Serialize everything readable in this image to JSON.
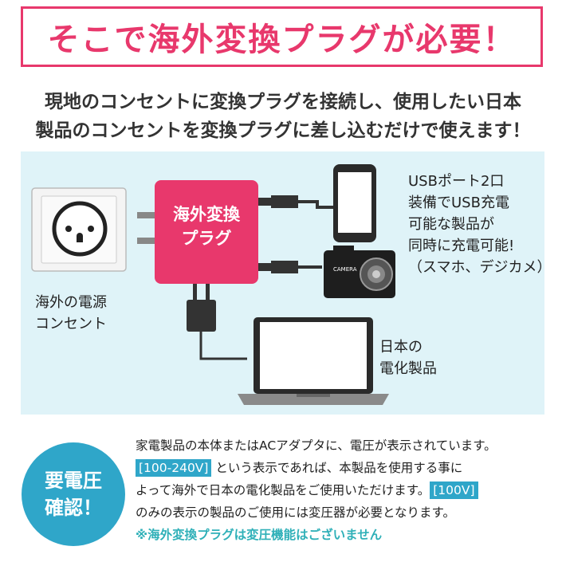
{
  "title": "そこで海外変換プラグが必要！",
  "intro": {
    "line1": "現地のコンセントに変換プラグを接続し、使用したい日本",
    "line2": "製品のコンセントを変換プラグに差し込むだけで使えます！"
  },
  "diagram": {
    "adapter_line1": "海外変換",
    "adapter_line2": "プラグ",
    "outlet_label_line1": "海外の電源",
    "outlet_label_line2": "コンセント",
    "usb_label": [
      "USBポート2口",
      "装備でUSB充電",
      "可能な製品が",
      "同時に充電可能!",
      "（スマホ、デジカメ）"
    ],
    "japan_label_line1": "日本の",
    "japan_label_line2": "電化製品",
    "camera_text": "CAMERA",
    "colors": {
      "background": "#dff3f8",
      "adapter": "#e8386c",
      "accent": "#2fa6c9"
    }
  },
  "info": {
    "badge_line1": "要電圧",
    "badge_line2": "確認！",
    "line1": "家電製品の本体またはACアダプタに、電圧が表示されています。",
    "badge_range": "[100-240V]",
    "line2_rest": "という表示であれば、本製品を使用する事に",
    "line3_start": "よって海外で日本の電化製品をご使用いただけます。",
    "badge_100v": "[100V]",
    "line4": "のみの表示の製品のご使用には変圧器が必要となります。",
    "note": "※海外変換プラグは変圧機能はございません"
  }
}
